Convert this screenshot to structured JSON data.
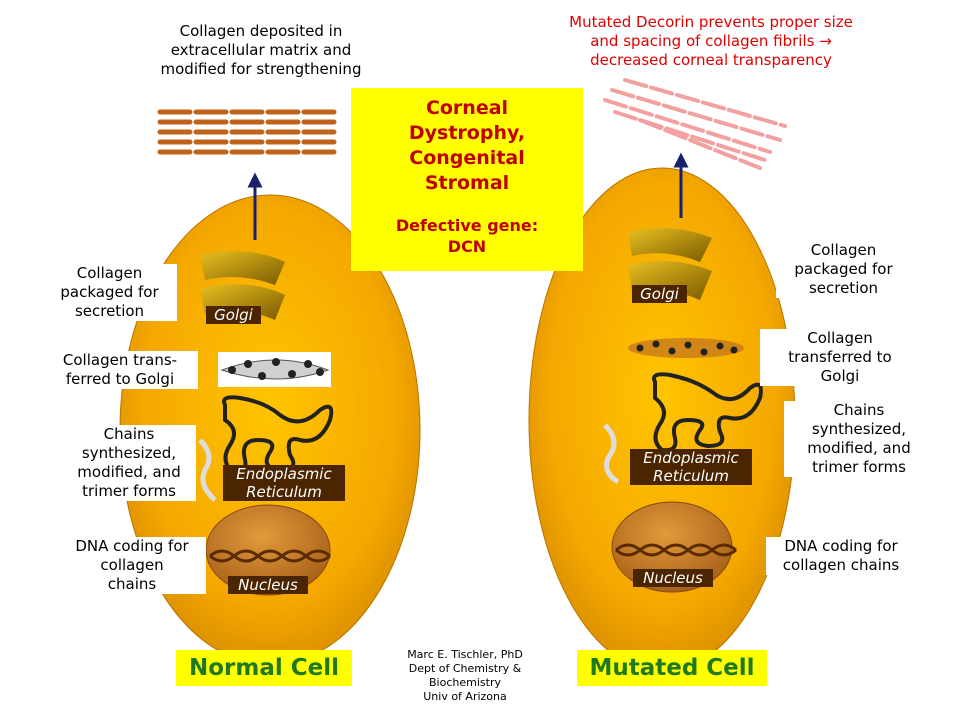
{
  "header": {
    "normal_caption": "Collagen deposited in\nextracellular matrix and\nmodified for strengthening",
    "mutated_caption": "Mutated Decorin prevents proper size\nand spacing of collagen fibrils →\ndecreased corneal transparency"
  },
  "title_box": {
    "title": "Corneal\nDystrophy,\nCongenital\nStromal",
    "gene": "Defective gene:\nDCN"
  },
  "normal_cell": {
    "label": "Normal Cell",
    "steps": {
      "packaged": "Collagen\npackaged for\nsecretion",
      "transferred": "Collagen trans-\nferred to Golgi",
      "chains": "Chains\nsynthesized,\nmodified, and\ntrimer forms",
      "dna": "DNA coding for\ncollagen\nchains"
    },
    "organelles": {
      "golgi": "Golgi",
      "er": "Endoplasmic\nReticulum",
      "nucleus": "Nucleus"
    }
  },
  "mutated_cell": {
    "label": "Mutated Cell",
    "steps": {
      "packaged": "Collagen\npackaged for\nsecretion",
      "transferred": "Collagen\ntransferred to\nGolgi",
      "chains": "Chains\nsynthesized,\nmodified, and\ntrimer forms",
      "dna": "DNA coding for\ncollagen chains"
    },
    "organelles": {
      "golgi": "Golgi",
      "er": "Endoplasmic\nReticulum",
      "nucleus": "Nucleus"
    }
  },
  "credit": "Marc  E. Tischler, PhD\nDept of Chemistry &\nBiochemistry\nUniv of Arizona",
  "colors": {
    "cell": "#f5a800",
    "title_bg": "#ffff00",
    "title_text": "#c00000",
    "cell_label": "#1f7a1f",
    "arrow": "#1a1f6e",
    "mutated_text": "#e00000"
  }
}
